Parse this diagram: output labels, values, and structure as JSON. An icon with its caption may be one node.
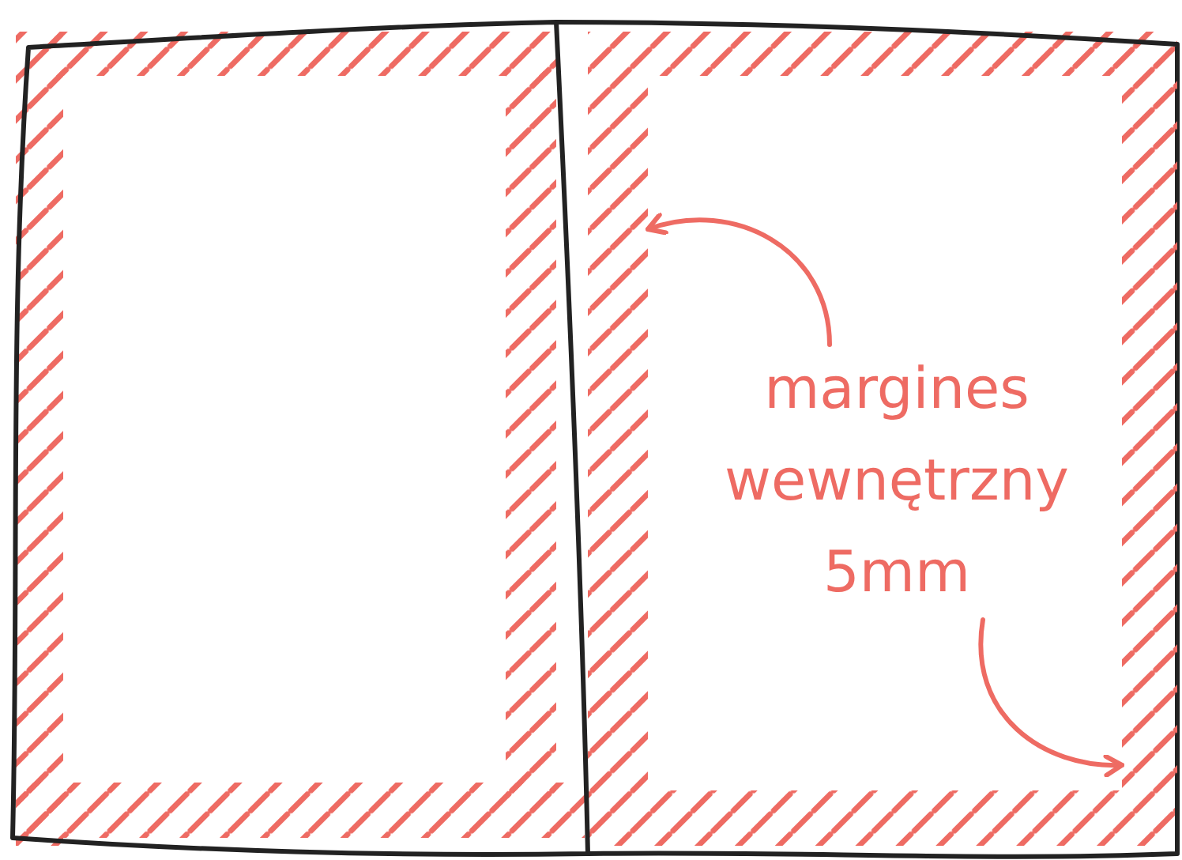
{
  "diagram": {
    "nodes": [
      {
        "text": [
          "margines wewnętrzny 5mm"
        ]
      },
      {
        "text": [],
        "shape": "bar"
      },
      {
        "text": [],
        "shape": "bar"
      }
    ],
    "edges": [
      {
        "from": 0,
        "to": 1,
        "arrow": "to"
      },
      {
        "from": 0,
        "to": 2,
        "arrow": "to"
      }
    ]
  }
}
